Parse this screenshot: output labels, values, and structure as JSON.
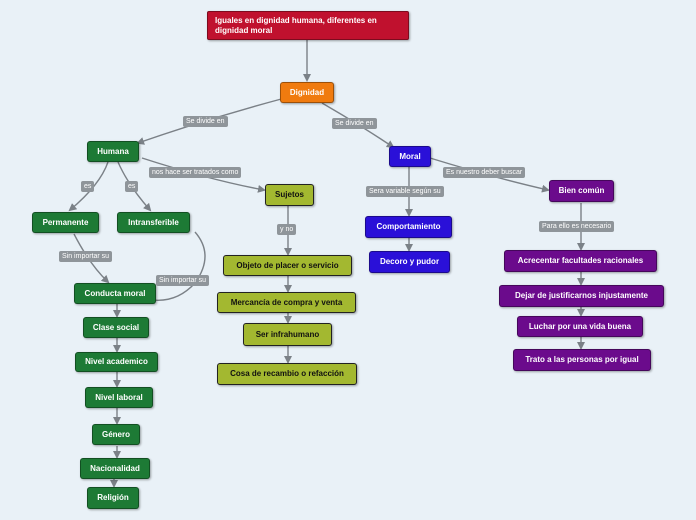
{
  "nodes": {
    "root": "Iguales en dignidad humana, diferentes en dignidad moral",
    "dignidad": "Dignidad",
    "humana": "Humana",
    "moral": "Moral",
    "permanente": "Permanente",
    "intransferible": "Intransferible",
    "sujetos": "Sujetos",
    "conducta_moral": "Conducta moral",
    "clase_social": "Clase social",
    "nivel_academico": "Nivel academico",
    "nivel_laboral": "Nivel laboral",
    "genero": "Género",
    "nacionalidad": "Nacionalidad",
    "religion": "Religión",
    "objeto_placer": "Objeto de placer o servicio",
    "mercancia": "Mercancía de compra y venta",
    "infrahumano": "Ser infrahumano",
    "recambio": "Cosa de recambio o refacción",
    "comportamiento": "Comportamiento",
    "decoro": "Decoro y pudor",
    "bien_comun": "Bien común",
    "acrecentar": "Acrecentar facultades racionales",
    "dejar": "Dejar de justificarnos injustamente",
    "luchar": "Luchar por una vida buena",
    "trato": "Trato a las personas por igual"
  },
  "labels": {
    "se_divide_en_1": "Se divide en",
    "se_divide_en_2": "Se divide en",
    "es_1": "es",
    "es_2": "es",
    "nos_hace": "nos hace ser tratados como",
    "sin_importar_1": "Sin importar su",
    "sin_importar_2": "Sin importar su",
    "y_no": "y no",
    "sera_variable": "Sera variable según su",
    "es_nuestro": "Es nuestro deber buscar",
    "para_ello": "Para ello es necesario"
  }
}
